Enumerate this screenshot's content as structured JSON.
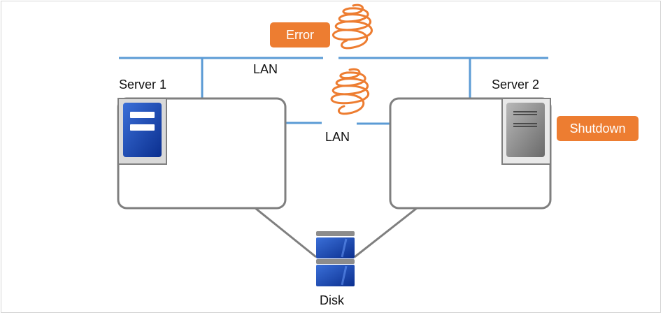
{
  "labels": {
    "lan_top": "LAN",
    "lan_bottom": "LAN",
    "server1": "Server 1",
    "server2": "Server 2",
    "disk": "Disk"
  },
  "badges": {
    "error": "Error",
    "shutdown": "Shutdown"
  },
  "colors": {
    "lan_line": "#5b9bd5",
    "box_border": "#7f7f7f",
    "badge": "#ed7d31",
    "server_active": "#1f4fb4",
    "server_inactive": "#8c8c8c",
    "spring": "#ed7d31"
  },
  "icons": {
    "error_spring": "spring-icon",
    "lan_spring": "spring-icon",
    "server1": "server-icon",
    "server2": "server-icon",
    "disk": "disk-icon"
  }
}
